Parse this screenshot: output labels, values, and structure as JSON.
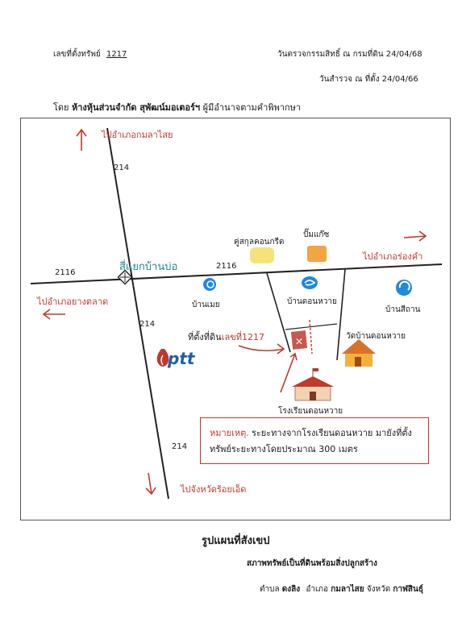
{
  "header": {
    "deed_label": "เลขที่ตั้งทรัพย์",
    "deed_no": "1217",
    "survey_dept": "วันตรวจกรรมสิทธิ์ ณ กรมที่ดิน 24/04/68",
    "survey_site": "วันสำรวจ ณ ที่ตั้ง 24/04/66",
    "by_prefix": "โดย",
    "by_company": "ห้างหุ้นส่วนจำกัด สุพัฒน์มอเตอร์ฯ",
    "by_suffix": "ผู้มีอำนาจตามคำพิพากษา"
  },
  "map": {
    "to_kamalasai": "ไปอำเภอกมลาไสย",
    "to_yangtalat": "ไปอำเภอยางตลาด",
    "to_rongkham": "ไปอำเภอร่องคำ",
    "to_roiet": "ไปจังหวัดร้อยเอ็ด",
    "junction": "สี่แยกบ้านบ่อ",
    "road_214_a": "214",
    "road_214_b": "214",
    "road_214_c": "214",
    "road_2116_a": "2116",
    "road_2116_b": "2116",
    "concrete_pair": "คู่สกุลคอนกรีต",
    "gas_pump": "ปั๊มแก๊ซ",
    "ban_moei": "บ้านเมย",
    "ban_don_wai": "บ้านดอนหวาย",
    "ban_si_than": "บ้านสีถาน",
    "site_prefix": "ที่ตั้งที่ดิน",
    "site_number": "เลขที่1217",
    "temple": "วัดบ้านดอนหวาย",
    "school": "โรงเรียนดอนหวาย",
    "ptt_logo": "ptt",
    "note_label": "หมายเหตุ.",
    "note_line1": "ระยะทางจากโรงเรียนดอนหวาย มายังที่ตั้ง",
    "note_line2": "ทรัพย์ระยะทางโดยประมาณ 300 เมตร"
  },
  "footer": {
    "title": "รูปแผนที่สังเขป",
    "condition": "สภาพทรัพย์เป็นที่ดินพร้อมสิ่งปลูกสร้าง",
    "tambon_label": "ตำบล",
    "tambon": "ดงลิง",
    "amphoe_label": "อำเภอ",
    "amphoe": "กมลาไสย",
    "province_label": "จังหวัด",
    "province": "กาฬสินธุ์"
  },
  "colors": {
    "red": "#c0392b",
    "teal": "#1a8a8f",
    "ptt_blue": "#1f5fa8"
  }
}
